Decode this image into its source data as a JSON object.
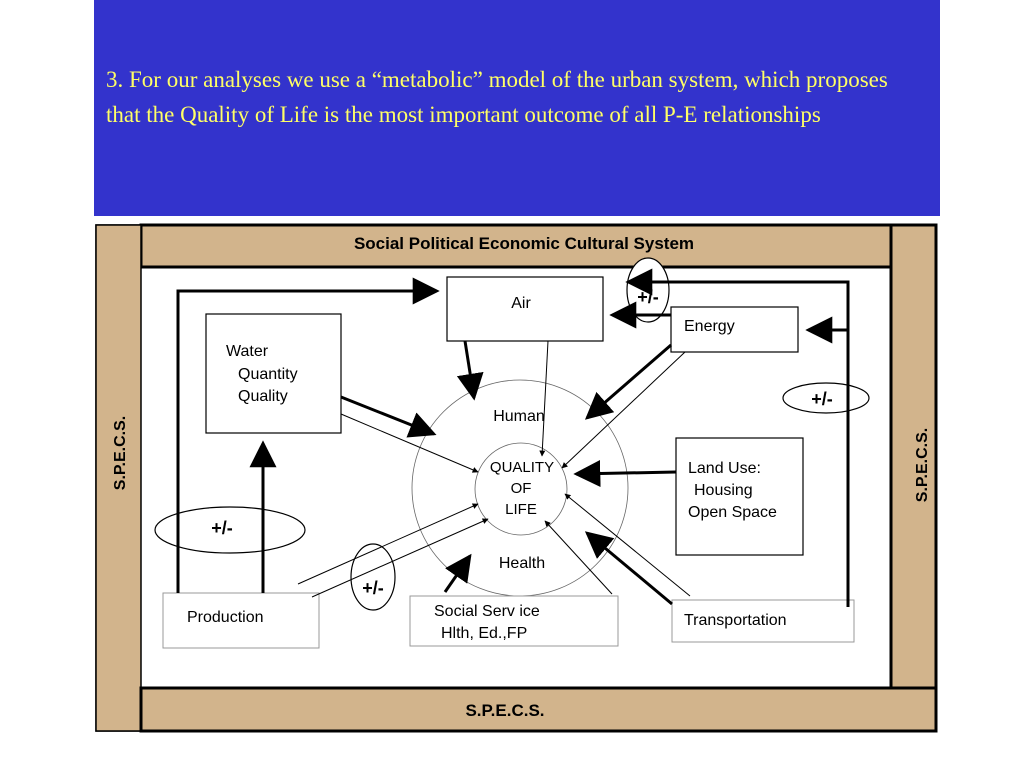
{
  "slide": {
    "title": "3.   For our analyses we use a “metabolic” model of the urban system, which proposes that the Quality of Life is the most important outcome of all P-E relationships"
  },
  "diagram": {
    "frame": {
      "top_label": "Social Political Economic Cultural System",
      "left_label": "S.P.E.C.S.",
      "right_label": "S.P.E.C.S.",
      "bottom_label": "S.P.E.C.S."
    },
    "nodes": {
      "air": "Air",
      "energy": "Energy",
      "water": [
        "Water",
        "Quantity",
        "Quality"
      ],
      "land_use": [
        "Land Use:",
        "Housing",
        "Open Space"
      ],
      "production": "Production",
      "social_service": [
        "Social Serv ice",
        "Hlth, Ed.,FP"
      ],
      "transportation": "Transportation"
    },
    "center": {
      "outer_top": "Human",
      "outer_bottom": "Health",
      "inner": [
        "QUALITY",
        "OF",
        "LIFE"
      ]
    },
    "feedback_labels": {
      "air_energy": "+/-",
      "energy_right": "+/-",
      "production_left": "+/-",
      "production_center": "+/-"
    }
  },
  "colors": {
    "title_bg": "#3333cc",
    "title_text": "#ffff66",
    "frame_fill": "#d2b48c"
  }
}
